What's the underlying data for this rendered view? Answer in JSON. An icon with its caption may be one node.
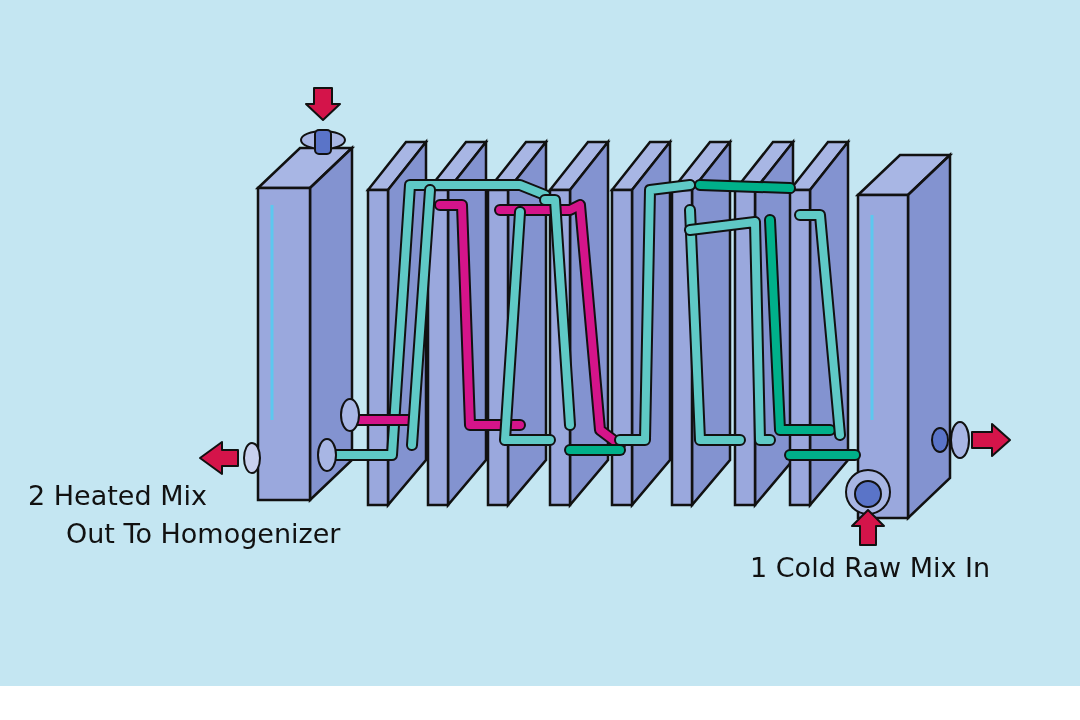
{
  "diagram": {
    "labels": [
      "2 Heated Mix",
      "Out To Homogenizer",
      "1 Cold Raw Mix In"
    ]
  }
}
